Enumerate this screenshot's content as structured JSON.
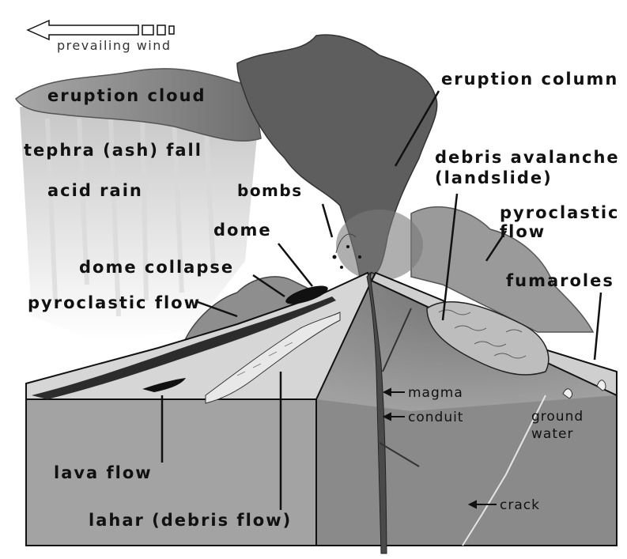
{
  "labels": {
    "prevailing_wind": "prevailing wind",
    "eruption_cloud": "eruption cloud",
    "tephra_fall": "tephra (ash) fall",
    "acid_rain": "acid rain",
    "eruption_column": "eruption column",
    "debris_avalanche_line1": "debris avalanche",
    "debris_avalanche_line2": "(landslide)",
    "bombs": "bombs",
    "dome": "dome",
    "pyroclastic_flow_right_line1": "pyroclastic",
    "pyroclastic_flow_right_line2": "flow",
    "dome_collapse": "dome collapse",
    "fumaroles": "fumaroles",
    "pyroclastic_flow_left": "pyroclastic flow",
    "magma": "magma",
    "conduit": "conduit",
    "ground_water_line1": "ground",
    "ground_water_line2": "water",
    "lava_flow": "lava flow",
    "crack": "crack",
    "lahar": "lahar (debris flow)"
  },
  "icons": {
    "wind_arrow": "left-arrow-icon"
  },
  "colors": {
    "background": "#ffffff",
    "column": "#5e5e5e",
    "cloud": "#8c8c8c",
    "rain": "#c9c9c9",
    "block_front": "#a3a3a3",
    "block_side": "#8a8a8a",
    "surface": "#d6d6d6",
    "magma": "#4a4a4a",
    "outline": "#111111"
  }
}
